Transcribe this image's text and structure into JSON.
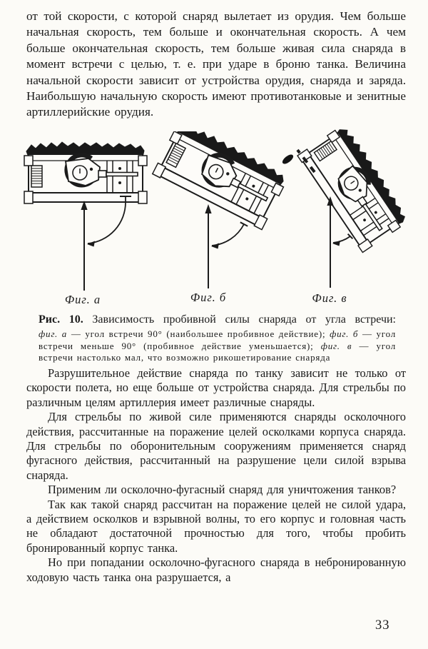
{
  "colors": {
    "paper": "#fcfbf7",
    "ink": "#1b1b1b"
  },
  "intro_paragraph": "от той скорости, с которой снаряд вылетает из орудия. Чем больше начальная скорость, тем больше и окончательная скорость. А чем больше окончательная скорость, тем больше живая сила снаряда в момент встречи с целью, т. е. при ударе в броню танка. Величина начальной скорости зависит от устройства орудия, снаряда и заряда. Наибольшую начальную скорость имеют противотанковые и зенитные артиллерийские орудия.",
  "figure_row": {
    "labels": {
      "a": "Фиг. а",
      "b": "Фиг. б",
      "v": "Фиг. в"
    }
  },
  "caption": {
    "number": "Рис. 10.",
    "title": "Зависимость пробивной силы снаряда от угла встречи:",
    "details": [
      {
        "text": "фиг. а"
      },
      {
        "text": " — угол встречи 90° (наибольшее пробивное действие); "
      },
      {
        "text": "фиг. б"
      },
      {
        "text": " — угол встречи меньше 90° (пробивное действие уменьшается); "
      },
      {
        "text": "фиг. в"
      },
      {
        "text": " — угол встречи настолько мал, что возможно рикошетирование снаряда"
      }
    ]
  },
  "paragraphs": [
    {
      "text": "Разрушительное действие снаряда по танку зависит не только от скорости полета, но еще больше от устройства снаряда. Для стрельбы по различным целям артиллерия имеет различные снаряды."
    },
    {
      "text": "Для стрельбы по живой силе применяются снаряды осколочного действия, рассчитанные на поражение целей осколками корпуса снаряда. Для стрельбы по оборонительным сооружениям применяется снаряд фугасного действия, рассчитанный на разрушение цели силой взрыва снаряда."
    },
    {
      "text": "Применим ли осколочно-фугасный снаряд для уничтожения танков?"
    },
    {
      "text": "Так как такой снаряд рассчитан на поражение целей не силой удара, а действием осколков и взрывной волны, то его корпус и головная часть не обладают достаточной прочностью для того, чтобы пробить бронированный корпус танка."
    },
    {
      "text": "Но при попадании осколочно-фугасного снаряда в небронированную ходовую часть танка она разрушается, а"
    }
  ],
  "page_number": "33"
}
